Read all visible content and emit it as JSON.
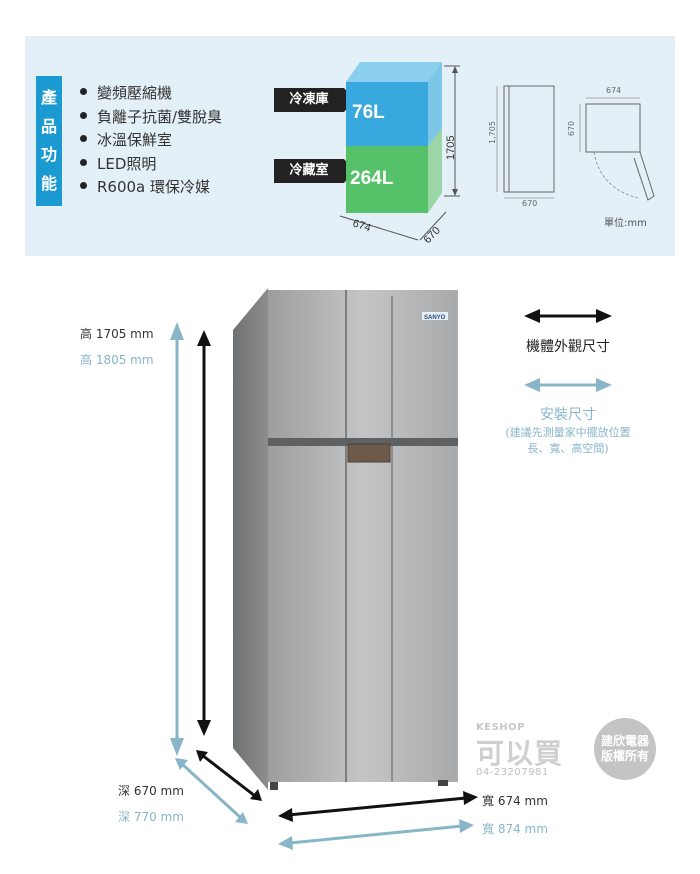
{
  "features": {
    "tag": [
      "產",
      "品",
      "功",
      "能"
    ],
    "items": [
      "變頻壓縮機",
      "負離子抗菌/雙脫臭",
      "冰溫保鮮室",
      "LED照明",
      "R600a 環保冷媒"
    ]
  },
  "capacity": {
    "freezer_label": "冷凍庫",
    "freezer_volume": "76L",
    "fridge_label": "冷藏室",
    "fridge_volume": "264L",
    "height": "1705",
    "width": "674",
    "depth": "670"
  },
  "drawings": {
    "side_height": "1,705",
    "side_depth": "670",
    "top_width": "674",
    "top_depth": "670",
    "unit_label": "單位:mm"
  },
  "fridge_brand": "SANYO",
  "dimensions": {
    "height_body": "高 1705 mm",
    "height_install": "高 1805 mm",
    "depth_body": "深 670 mm",
    "depth_install": "深 770 mm",
    "width_body": "寬 674 mm",
    "width_install": "寬 874 mm"
  },
  "legend": {
    "body_label": "機體外觀尺寸",
    "install_label": "安裝尺寸",
    "install_note_1": "(建議先測量家中擺放位置",
    "install_note_2": "長、寬、高空間)"
  },
  "watermark": {
    "brand_en": "KESHOP",
    "brand_cn": "可以買",
    "phone": "04-23207981",
    "seal_1": "建欣電器",
    "seal_2": "版權所有"
  },
  "colors": {
    "feature_tag": "#1a9ad0",
    "freezer_box": "#38a8df",
    "fridge_box": "#55c168",
    "install_arrow": "#88b6c8",
    "body_arrow": "#111111"
  }
}
